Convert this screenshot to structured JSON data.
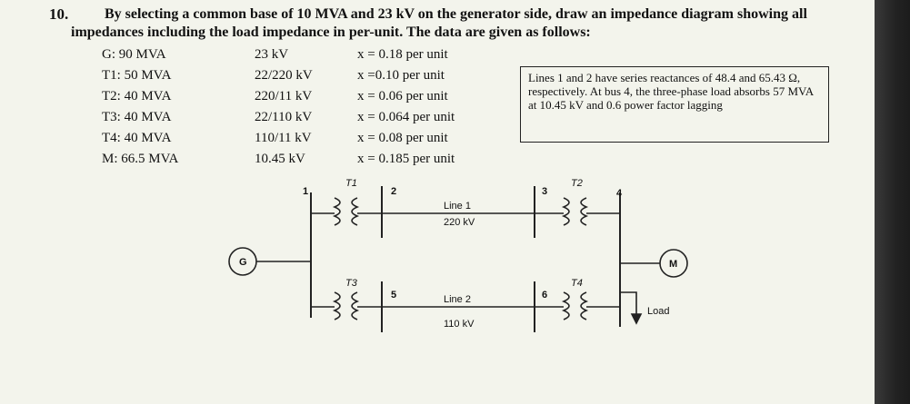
{
  "question": {
    "number": "10.",
    "text": "By selecting a common base of 10 MVA and 23 kV on the generator side, draw an impedance diagram showing all impedances including the load impedance in per-unit. The data are given as follows:"
  },
  "rows": [
    {
      "device": "G: 90 MVA",
      "voltage": "23 kV",
      "reactance": "x = 0.18 per unit"
    },
    {
      "device": "T1: 50 MVA",
      "voltage": "22/220 kV",
      "reactance": "x =0.10 per unit"
    },
    {
      "device": "T2: 40 MVA",
      "voltage": "220/11 kV",
      "reactance": "x = 0.06 per unit"
    },
    {
      "device": "T3: 40 MVA",
      "voltage": "22/110 kV",
      "reactance": "x = 0.064 per unit"
    },
    {
      "device": "T4: 40 MVA",
      "voltage": "110/11 kV",
      "reactance": "x = 0.08 per unit"
    },
    {
      "device": "M: 66.5 MVA",
      "voltage": "10.45 kV",
      "reactance": "x = 0.185 per unit"
    }
  ],
  "note": "Lines 1 and 2 have series reactances of 48.4 and 65.43 Ω, respectively. At bus 4, the three-phase load absorbs 57 MVA at 10.45 kV and 0.6 power factor lagging",
  "diagram": {
    "generator": "G",
    "motor": "M",
    "load": "Load",
    "buses": [
      "1",
      "2",
      "3",
      "4",
      "5",
      "6"
    ],
    "transformers": [
      "T1",
      "T2",
      "T3",
      "T4"
    ],
    "line1": {
      "name": "Line 1",
      "voltage": "220 kV"
    },
    "line2": {
      "name": "Line 2",
      "voltage": "110 kV"
    }
  }
}
